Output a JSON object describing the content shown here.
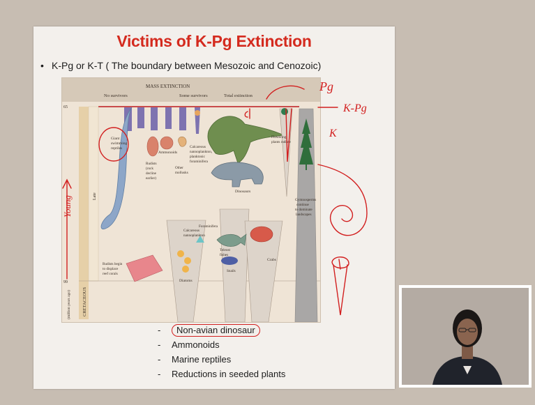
{
  "slide": {
    "title": "Victims of K-Pg Extinction",
    "bullet": "K-Pg or K-T ( The boundary between Mesozoic and Cenozoic)",
    "bullet_marker": "•"
  },
  "figure": {
    "header": "MASS EXTINCTION",
    "headings": [
      "No survivors",
      "Some survivors",
      "Total extinction"
    ],
    "axis_top": "65",
    "axis_bottom": "99",
    "time_label": "(million years ago)",
    "period": "CRETACEOUS",
    "epoch": "Late",
    "labels": {
      "reptiles_1": "Giant",
      "reptiles_2": "swimming",
      "reptiles_3": "reptiles",
      "ammonoids": "Ammonoids",
      "rudists_1": "Rudists",
      "rudists_2": "(rock",
      "rudists_3": "decline",
      "rudists_4": "earlier)",
      "other_molluscs_1": "Other",
      "other_molluscs_2": "mollusks",
      "calc_plank_1": "Calcareous",
      "calc_plank_2": "nannoplankton,",
      "calc_plank_3": "planktonic",
      "calc_plank_4": "foraminifera",
      "dinosaurs": "Dinosaurs",
      "flowering_1": "Flowering",
      "flowering_2": "plants radiate",
      "gymno_1": "Gymnosperms",
      "gymno_2": "continue",
      "gymno_3": "to dominate",
      "gymno_4": "landscapes",
      "calc_nanno_1": "Calcareous",
      "calc_nanno_2": "nannoplankton",
      "foraminifera": "Foraminifera",
      "teleost_1": "Teleost",
      "teleost_2": "fishes",
      "crabs": "Crabs",
      "snails": "Snails",
      "diatoms": "Diatoms",
      "rudists_reef_1": "Rudists begin",
      "rudists_reef_2": "to displace",
      "rudists_reef_3": "reef corals"
    }
  },
  "list": {
    "dash": "-",
    "items": [
      "Non-avian dinosaur",
      "Ammonoids",
      "Marine reptiles",
      "Reductions in seeded plants"
    ]
  },
  "annotations": {
    "pg": "Pg",
    "kpg": "K-Pg",
    "k": "K",
    "young": "Young"
  },
  "colors": {
    "title": "#d42a1e",
    "ink": "#d21f1f",
    "slide_bg": "#f3f0ec",
    "page_bg": "#c7bdb2"
  }
}
